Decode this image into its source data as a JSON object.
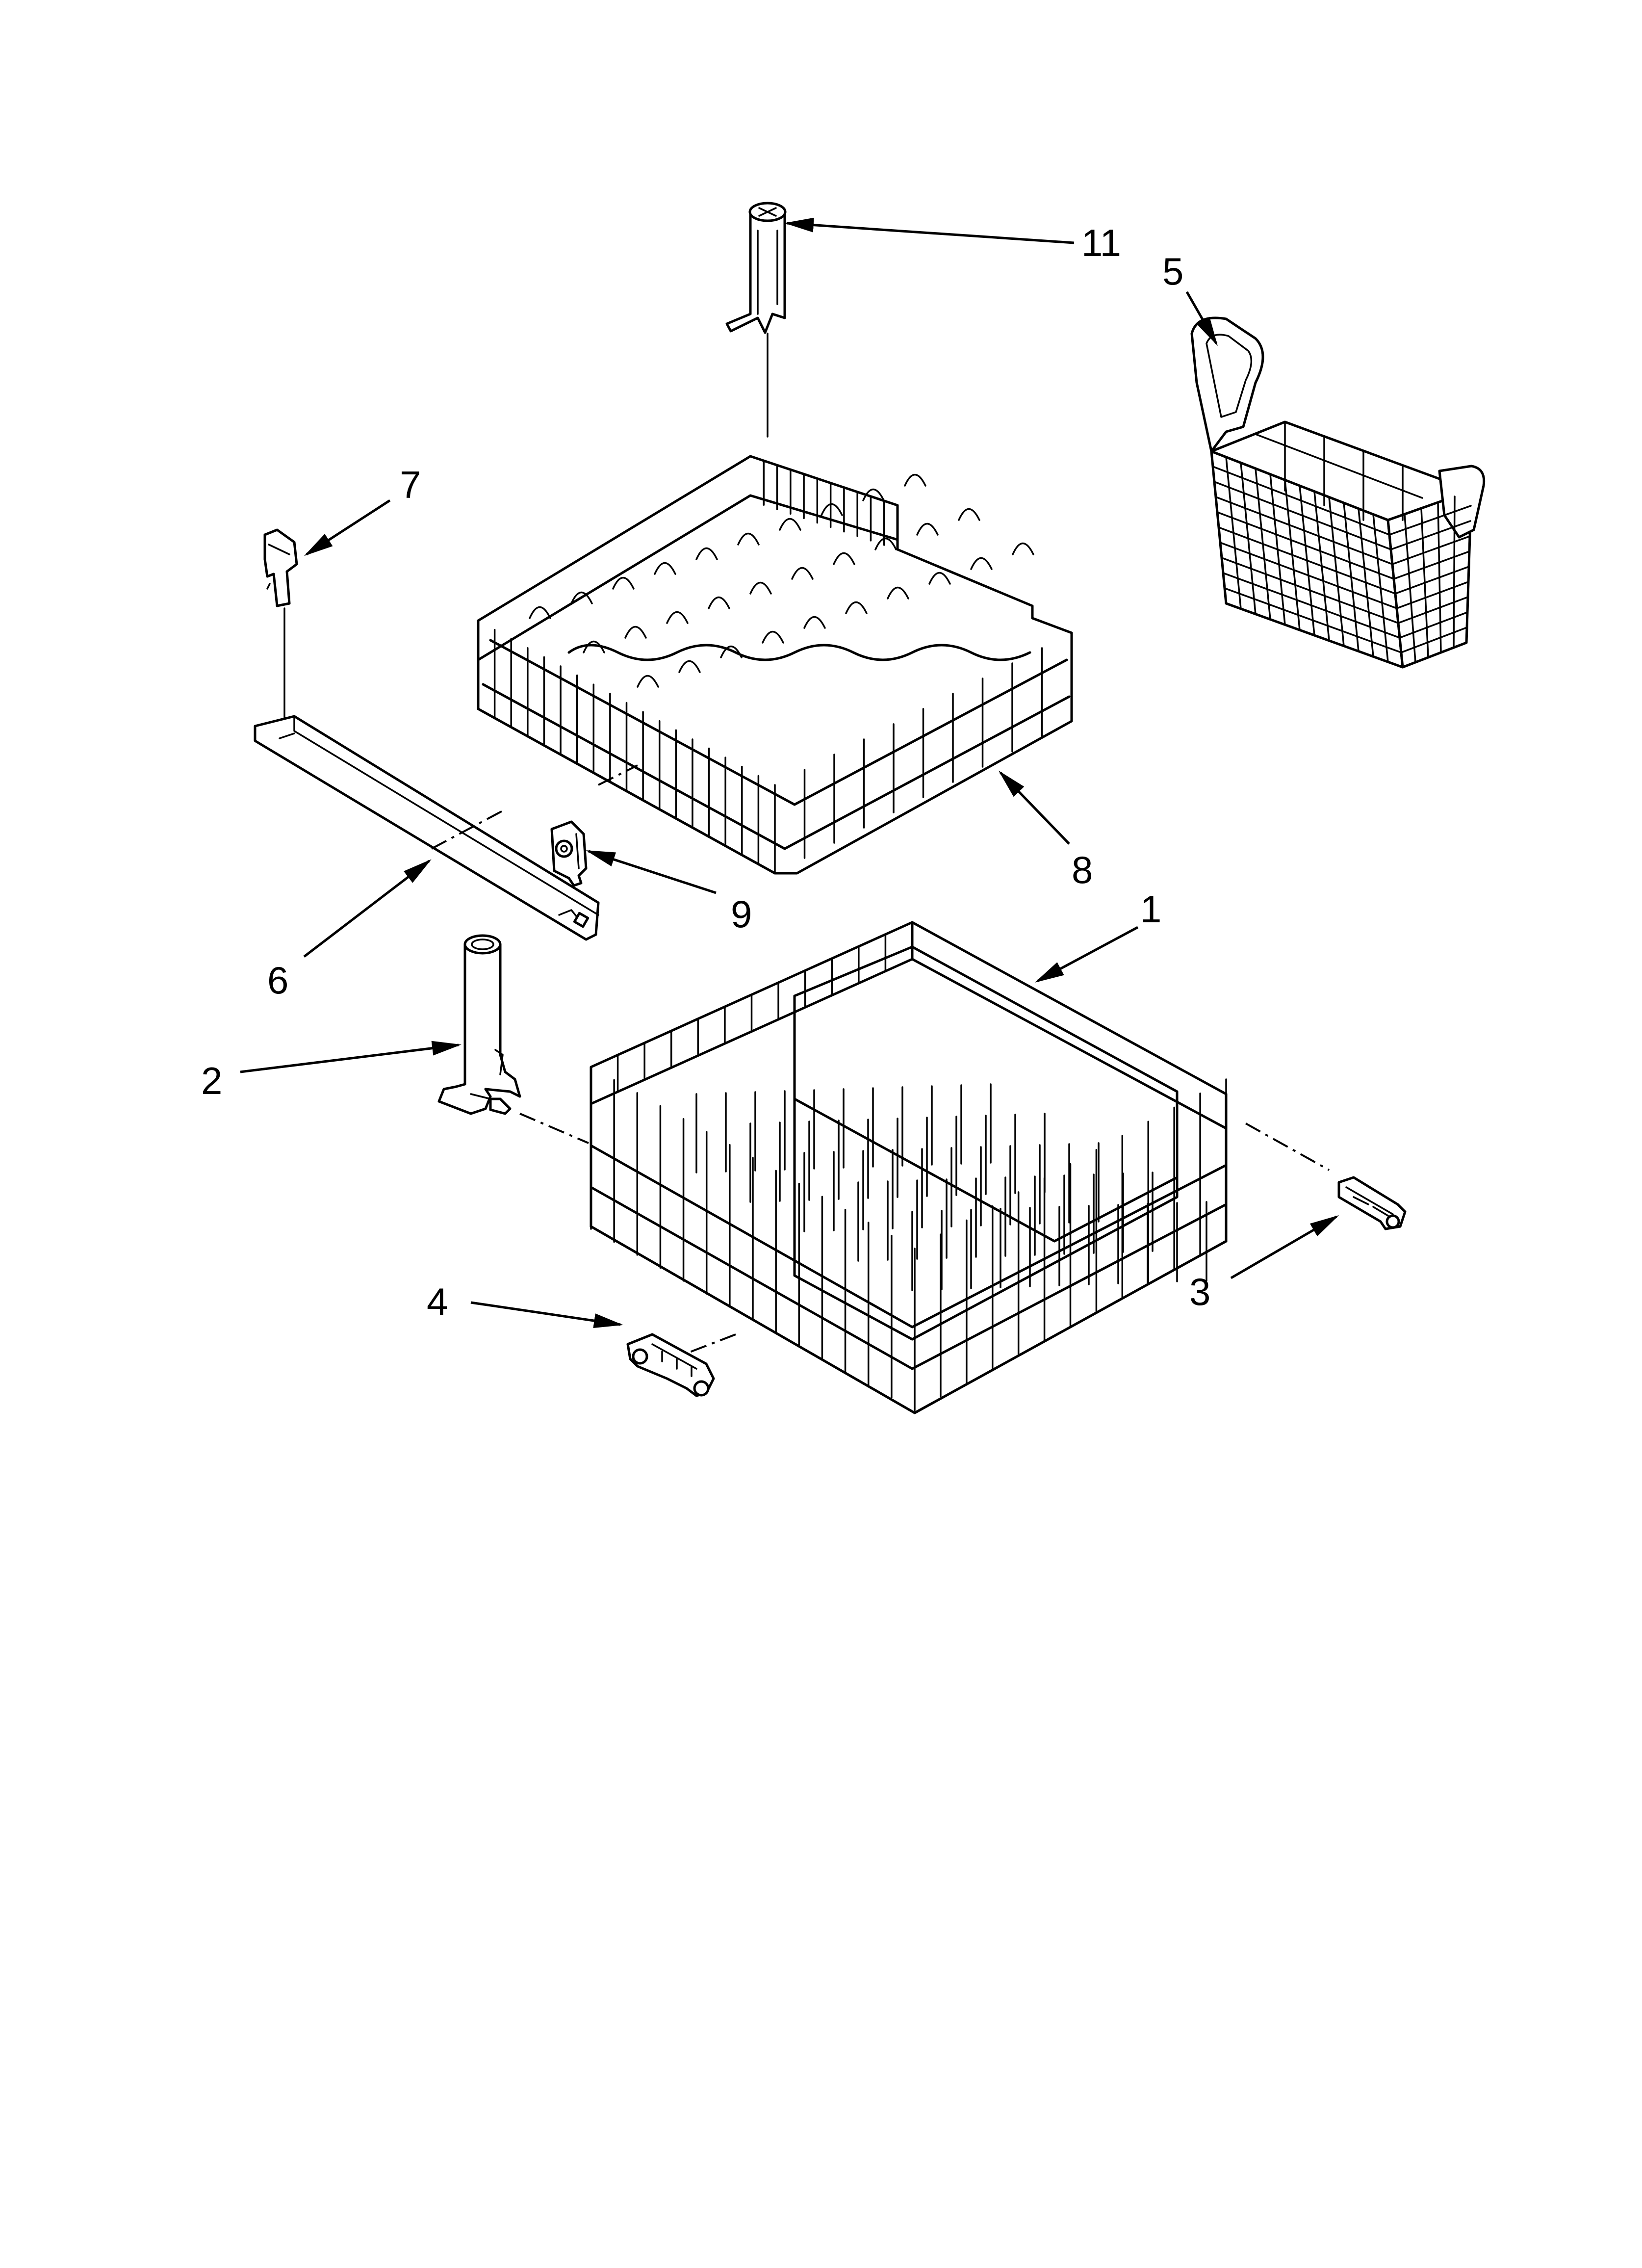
{
  "callouts": {
    "c1": "1",
    "c2": "2",
    "c3": "3",
    "c4": "4",
    "c5": "5",
    "c6": "6",
    "c7": "7",
    "c8": "8",
    "c9": "9",
    "c11": "11"
  }
}
